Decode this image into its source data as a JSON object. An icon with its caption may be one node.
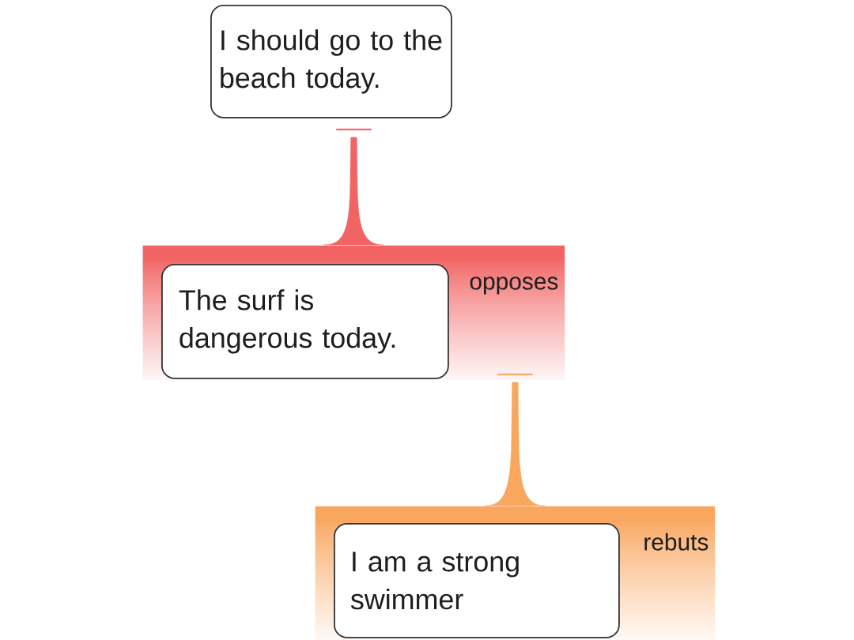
{
  "diagram": {
    "nodes": [
      {
        "text": [
          "I should go to the beach today."
        ]
      },
      {
        "text": [
          "opposes"
        ]
      },
      {
        "text": [
          "The surf is dangerous today."
        ],
        "in": 1
      },
      {
        "text": [
          "rebuts"
        ]
      },
      {
        "text": [
          "I am a strong swimmer"
        ],
        "in": 3
      }
    ],
    "edges": [
      {
        "from": 1,
        "to": 0,
        "arrow": "to",
        "color": "#f26464"
      },
      {
        "from": 3,
        "to": 1,
        "arrow": "to",
        "color": "#f9a65f"
      }
    ]
  }
}
